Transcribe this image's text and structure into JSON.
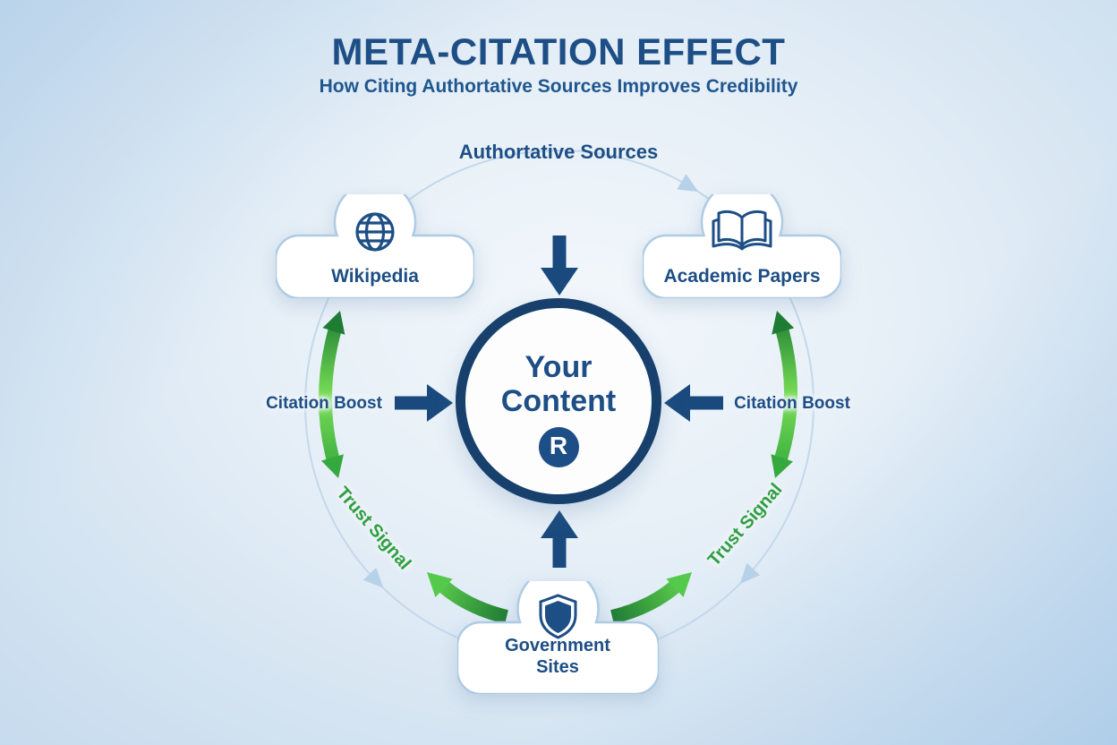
{
  "header": {
    "title": "META-CITATION EFFECT",
    "subtitle": "How Citing Authortative Sources Improves Credibility"
  },
  "diagram": {
    "top_label": "Authortative Sources",
    "center_label": "Your Content",
    "brand_letter": "R",
    "sources": {
      "wikipedia": "Wikipedia",
      "academic": "Academic Papers",
      "government": "Government Sites"
    },
    "labels": {
      "citation_boost_left": "Citation Boost",
      "citation_boost_right": "Citation Boost",
      "trust_signal_left": "Trust Signal",
      "trust_signal_right": "Trust Signal"
    },
    "icons": {
      "wikipedia": "globe-icon",
      "academic": "open-book-icon",
      "government": "shield-icon",
      "center": "brand-r-logo"
    },
    "colors": {
      "navy": "#1d4e85",
      "deep_navy": "#17406d",
      "green_dark": "#1f7c33",
      "green_bright": "#6ed852",
      "trust_green": "#2f9e3f",
      "faint_arc": "#c3d8ec"
    }
  }
}
